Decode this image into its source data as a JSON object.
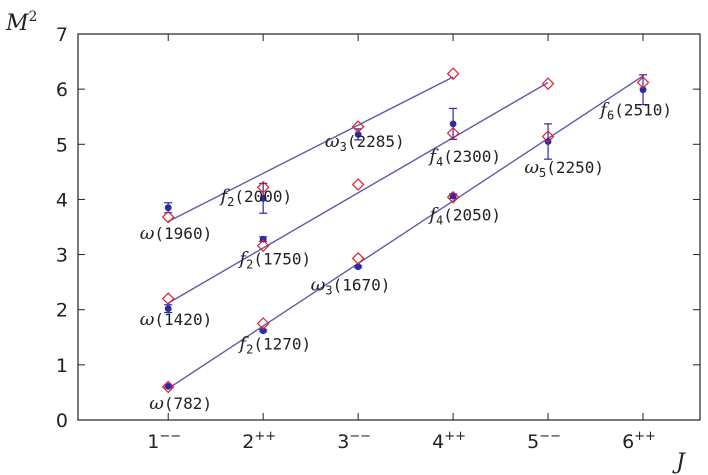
{
  "chart_data": {
    "type": "scatter",
    "title": "",
    "xlabel": "J",
    "ylabel": "M²",
    "xlim": [
      0.05,
      6.6
    ],
    "ylim": [
      0,
      7
    ],
    "grid": false,
    "x_ticks": [
      {
        "value": 1,
        "base": "1",
        "sup": "−−"
      },
      {
        "value": 2,
        "base": "2",
        "sup": "++"
      },
      {
        "value": 3,
        "base": "3",
        "sup": "−−"
      },
      {
        "value": 4,
        "base": "4",
        "sup": "++"
      },
      {
        "value": 5,
        "base": "5",
        "sup": "−−"
      },
      {
        "value": 6,
        "base": "6",
        "sup": "++"
      }
    ],
    "y_ticks": [
      0,
      1,
      2,
      3,
      4,
      5,
      6,
      7
    ],
    "colors": {
      "fit_line": "#5a5ab0",
      "experiment": "#2b2ba8",
      "model": "#e0202a"
    },
    "trajectories": [
      {
        "line": [
          [
            1,
            3.6
          ],
          [
            4,
            6.22
          ]
        ]
      },
      {
        "line": [
          [
            1,
            2.12
          ],
          [
            5,
            6.12
          ]
        ]
      },
      {
        "line": [
          [
            1,
            0.57
          ],
          [
            6,
            6.24
          ]
        ]
      }
    ],
    "experiment": [
      {
        "x": 1,
        "y": 3.85,
        "err": 0.09
      },
      {
        "x": 2,
        "y": 4.02,
        "err": 0.27
      },
      {
        "x": 3,
        "y": 5.18,
        "err": 0.1
      },
      {
        "x": 4,
        "y": 5.37,
        "err": 0.28
      },
      {
        "x": 1,
        "y": 2.02,
        "err": 0.07
      },
      {
        "x": 2,
        "y": 3.28,
        "err": 0.04
      },
      {
        "x": 5,
        "y": 5.05,
        "err": 0.32
      },
      {
        "x": 1,
        "y": 0.61,
        "err": 0.02
      },
      {
        "x": 2,
        "y": 1.62,
        "err": 0.02
      },
      {
        "x": 3,
        "y": 2.78,
        "err": 0.02
      },
      {
        "x": 4,
        "y": 4.06,
        "err": 0.04
      },
      {
        "x": 6,
        "y": 5.99,
        "err": 0.27
      }
    ],
    "model": [
      {
        "x": 1,
        "y": 3.68
      },
      {
        "x": 2,
        "y": 4.22
      },
      {
        "x": 3,
        "y": 5.32
      },
      {
        "x": 4,
        "y": 6.28
      },
      {
        "x": 1,
        "y": 2.2
      },
      {
        "x": 2,
        "y": 3.16
      },
      {
        "x": 3,
        "y": 4.27
      },
      {
        "x": 4,
        "y": 5.2
      },
      {
        "x": 5,
        "y": 6.1
      },
      {
        "x": 1,
        "y": 0.6
      },
      {
        "x": 2,
        "y": 1.75
      },
      {
        "x": 3,
        "y": 2.93
      },
      {
        "x": 4,
        "y": 4.04
      },
      {
        "x": 5,
        "y": 5.14
      },
      {
        "x": 6,
        "y": 6.12
      }
    ],
    "annotations": [
      {
        "symbol": "ω",
        "sub": "",
        "mass": "(1960)",
        "x": 0.7,
        "y": 3.28
      },
      {
        "symbol": "f",
        "sub": "2",
        "mass": "(2000)",
        "x": 1.55,
        "y": 3.95
      },
      {
        "symbol": "ω",
        "sub": "3",
        "mass": "(2285)",
        "x": 2.65,
        "y": 4.95
      },
      {
        "symbol": "f",
        "sub": "4",
        "mass": "(2300)",
        "x": 3.75,
        "y": 4.68
      },
      {
        "symbol": "ω",
        "sub": "5",
        "mass": "(2250)",
        "x": 4.75,
        "y": 4.48
      },
      {
        "symbol": "f",
        "sub": "6",
        "mass": "(2510)",
        "x": 5.55,
        "y": 5.52
      },
      {
        "symbol": "f",
        "sub": "2",
        "mass": "(1750)",
        "x": 1.75,
        "y": 2.82
      },
      {
        "symbol": "f",
        "sub": "4",
        "mass": "(2050)",
        "x": 3.75,
        "y": 3.62
      },
      {
        "symbol": "ω",
        "sub": "",
        "mass": "(1420)",
        "x": 0.7,
        "y": 1.72
      },
      {
        "symbol": "ω",
        "sub": "3",
        "mass": "(1670)",
        "x": 2.5,
        "y": 2.35
      },
      {
        "symbol": "f",
        "sub": "2",
        "mass": "(1270)",
        "x": 1.75,
        "y": 1.28
      },
      {
        "symbol": "ω",
        "sub": "",
        "mass": "(782)",
        "x": 0.8,
        "y": 0.2
      }
    ]
  }
}
